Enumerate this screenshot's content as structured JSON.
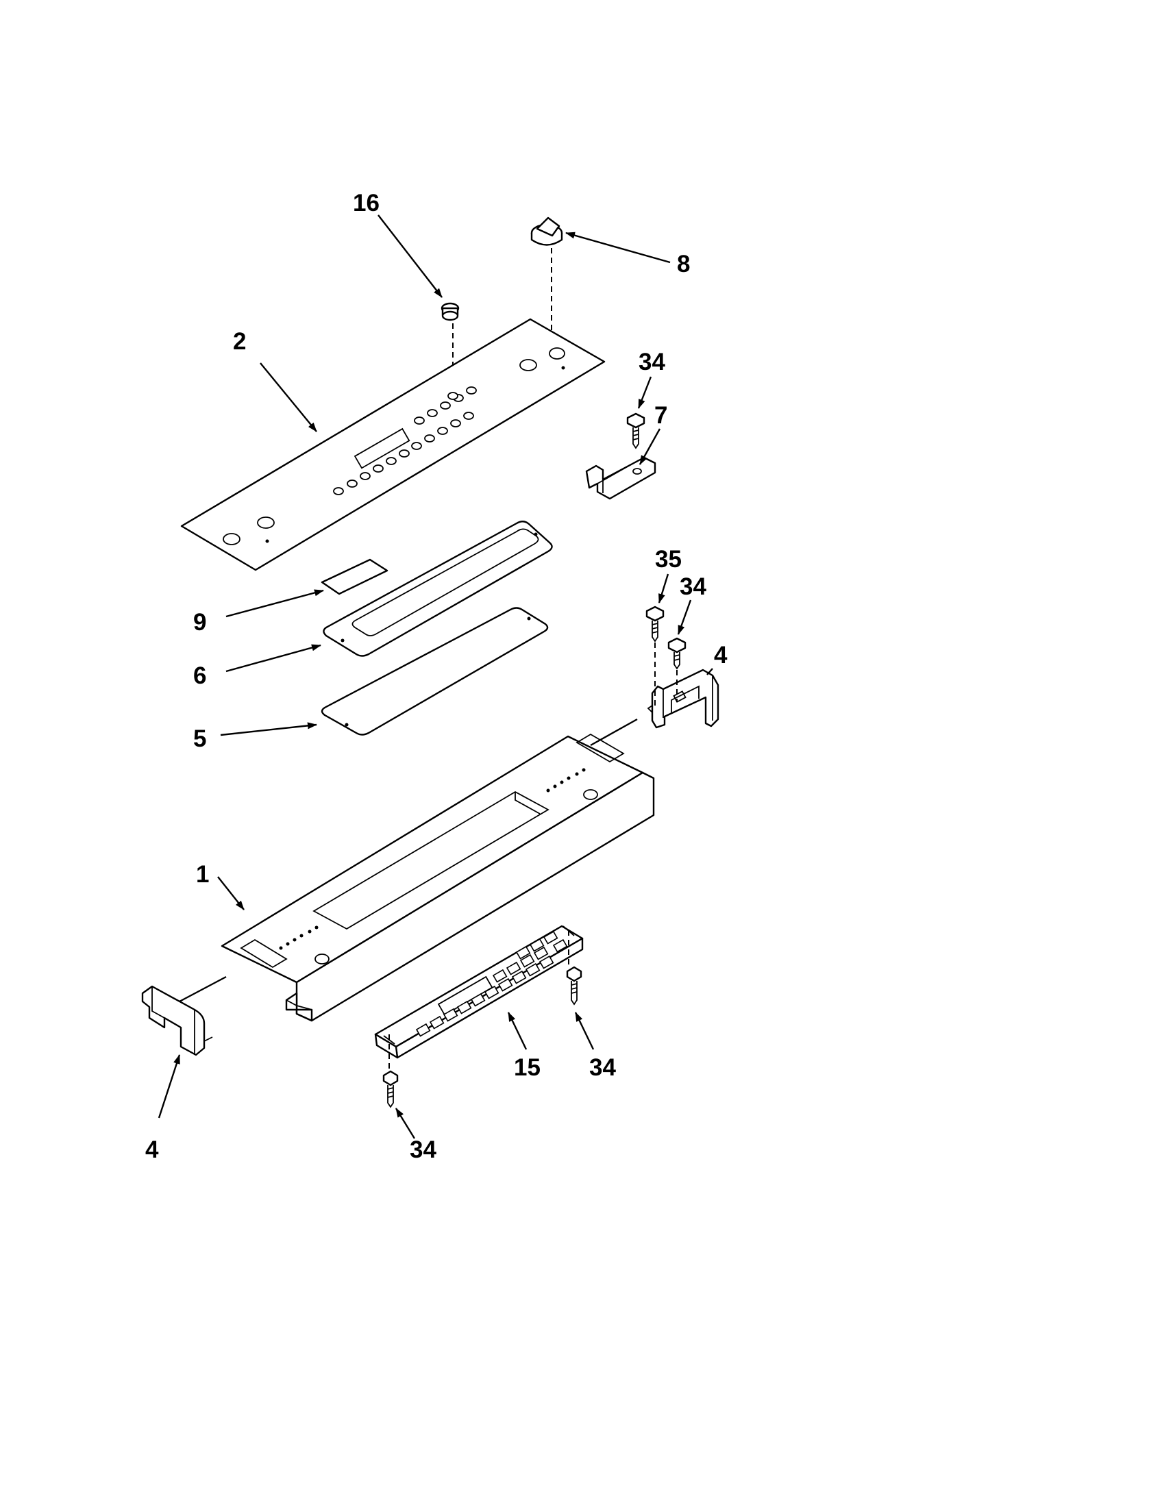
{
  "diagram": {
    "callouts": [
      {
        "id": "c16",
        "text": "16"
      },
      {
        "id": "c8",
        "text": "8"
      },
      {
        "id": "c2",
        "text": "2"
      },
      {
        "id": "c34a",
        "text": "34"
      },
      {
        "id": "c7",
        "text": "7"
      },
      {
        "id": "c35",
        "text": "35"
      },
      {
        "id": "c34b",
        "text": "34"
      },
      {
        "id": "c4r",
        "text": "4"
      },
      {
        "id": "c9",
        "text": "9"
      },
      {
        "id": "c6",
        "text": "6"
      },
      {
        "id": "c5",
        "text": "5"
      },
      {
        "id": "c1",
        "text": "1"
      },
      {
        "id": "c15",
        "text": "15"
      },
      {
        "id": "c34c",
        "text": "34"
      },
      {
        "id": "c4l",
        "text": "4"
      },
      {
        "id": "c34d",
        "text": "34"
      }
    ]
  }
}
